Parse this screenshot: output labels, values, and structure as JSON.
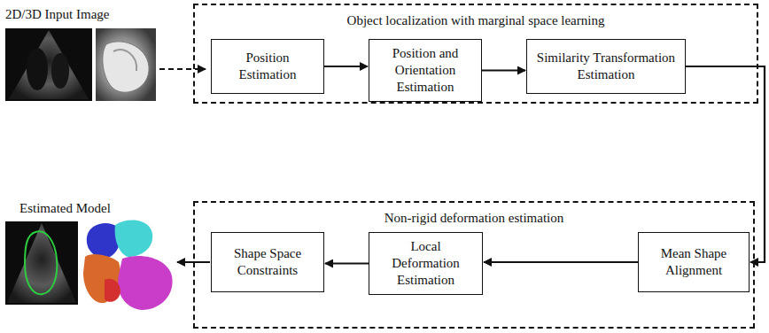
{
  "diagram": {
    "nodes": [
      {
        "text": [
          "Object localization with marginal space learning"
        ]
      },
      {
        "text": [
          "Position Estimation"
        ],
        "in": 0
      },
      {
        "text": [
          "Position and Orientation Estimation"
        ],
        "in": 0
      },
      {
        "text": [
          "Similarity Transformation Estimation"
        ],
        "in": 0
      },
      {
        "text": [
          "Non-rigid deformation estimation"
        ]
      },
      {
        "text": [
          "Mean Shape Alignment"
        ],
        "in": 4
      },
      {
        "text": [
          "Local Deformation Estimation"
        ],
        "in": 4
      },
      {
        "text": [
          "Shape Space Constraints"
        ],
        "in": 4
      }
    ],
    "edges": [
      {
        "from": 1,
        "to": 2,
        "arrow": "to"
      },
      {
        "from": 2,
        "to": 3,
        "arrow": "to"
      },
      {
        "from": 3,
        "to": 5,
        "arrow": "to"
      },
      {
        "from": 5,
        "to": 6,
        "arrow": "to"
      },
      {
        "from": 6,
        "to": 7,
        "arrow": "to"
      }
    ],
    "labels": [
      "2D/3D Input Image",
      "Estimated Model"
    ]
  }
}
